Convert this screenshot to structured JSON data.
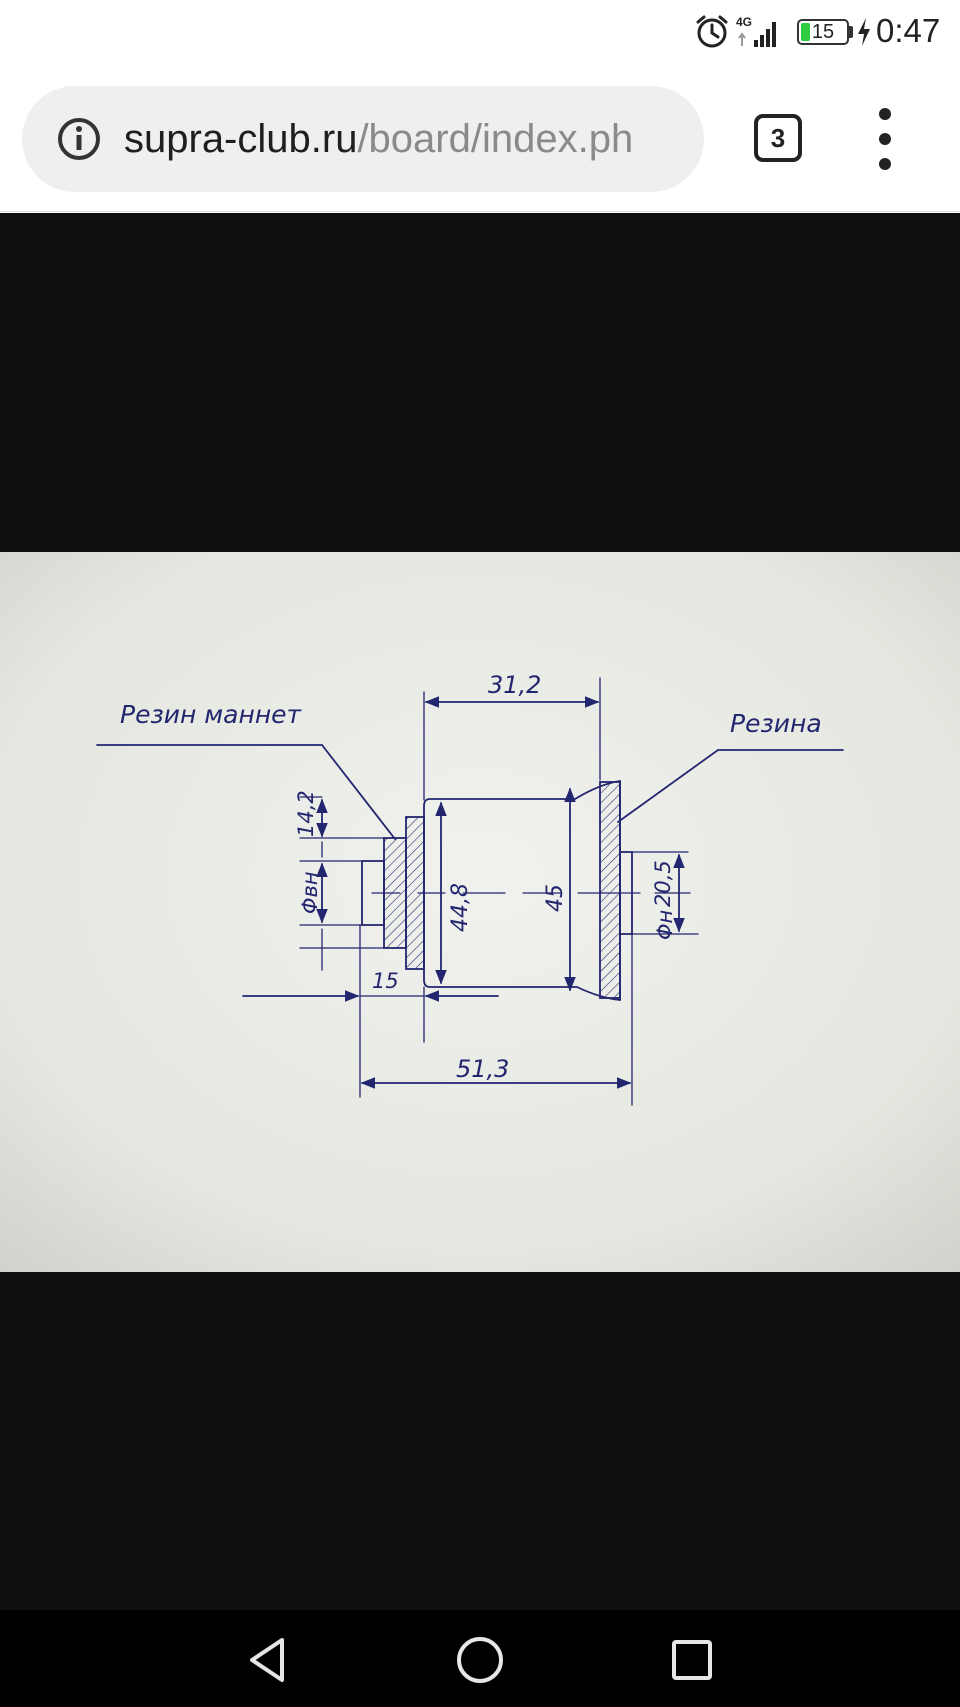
{
  "status_bar": {
    "network_label": "4G",
    "battery_level": "15",
    "time": "0:47",
    "icons": [
      "alarm-icon",
      "signal-icon",
      "battery-icon",
      "charging-icon"
    ]
  },
  "browser": {
    "url_host": "supra-club.ru",
    "url_path": "/board/index.ph",
    "tab_count": "3",
    "icons": [
      "info-icon",
      "tab-switcher-icon",
      "overflow-menu-icon"
    ]
  },
  "drawing": {
    "label_rubber_cuff": "Резин маннет",
    "label_rubber": "Резина",
    "dim_31_2": "31,2",
    "dim_14_2": "14,2",
    "dim_phi_inner": "Φвн",
    "dim_44_8": "44,8",
    "dim_45": "45",
    "dim_20_5": "20,5",
    "dim_phi_outer": "Φн",
    "dim_15": "15",
    "dim_51_3": "51,3"
  },
  "colors": {
    "ink": "#22266f",
    "paper": "#e9ebe5",
    "viewer_bg": "#0f0f10",
    "battery_fill": "#2ecc40"
  },
  "nav_bar": {
    "icons": [
      "back-icon",
      "home-icon",
      "recents-icon"
    ]
  }
}
